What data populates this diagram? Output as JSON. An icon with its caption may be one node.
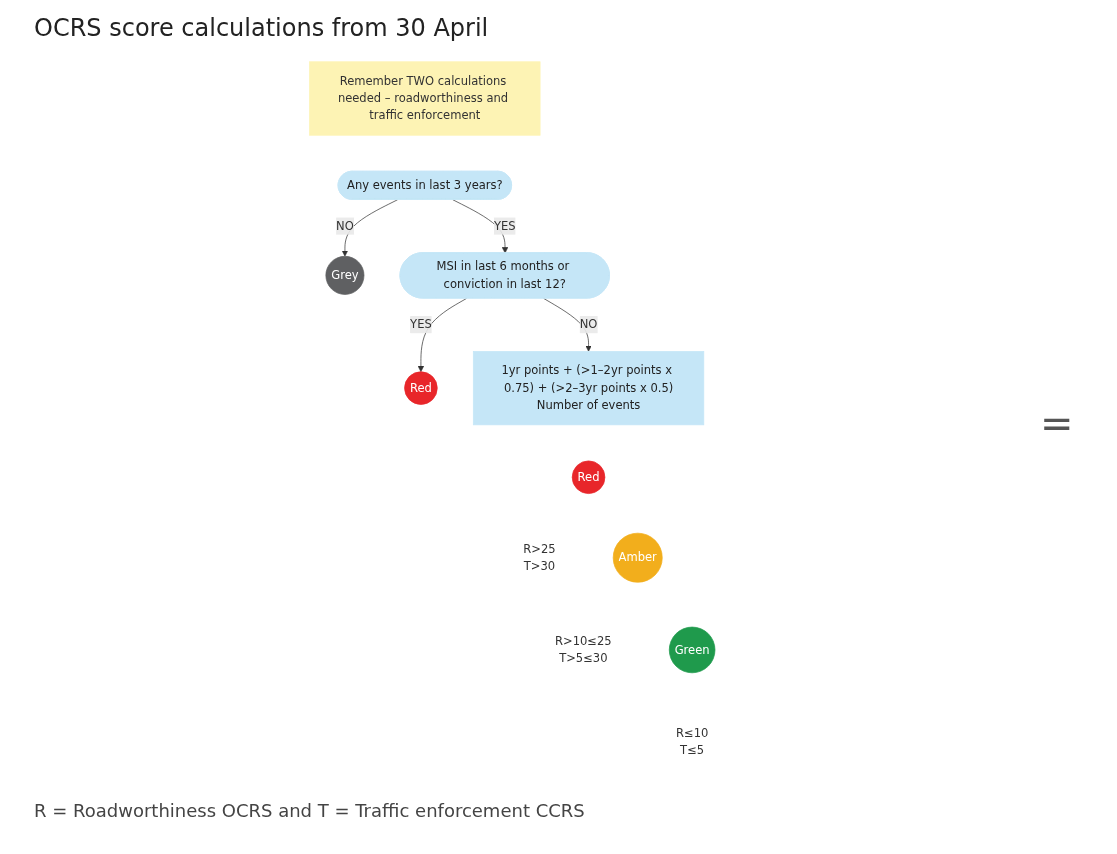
{
  "diagram": {
    "title": "OCRS score calculations from 30 April",
    "nodes": [
      {
        "text": [
          "Remember TWO calculations needed – roadworthiness and traffic enforcement"
        ]
      },
      {
        "text": [
          "Any events in last 3 years?"
        ]
      },
      {
        "text": [
          "Grey"
        ]
      },
      {
        "text": [
          "MSI in last 6 months or conviction in last 12?"
        ]
      },
      {
        "text": [
          "Red"
        ]
      },
      {
        "text": [
          "1yr points + (>1–2yr points x 0.75) + (>2–3yr points x 0.5)",
          "Number of events"
        ]
      },
      {
        "text": [
          "Red"
        ],
        "beside": [
          "R>25",
          "T>30"
        ]
      },
      {
        "text": [
          "Amber"
        ],
        "beside": [
          "R>10≤25",
          "T>5≤30"
        ]
      },
      {
        "text": [
          "Green"
        ],
        "beside": [
          "R≤10",
          "T≤5"
        ]
      }
    ],
    "edges": [
      {
        "from": 1,
        "to": 2,
        "arrow": "to",
        "label": "NO"
      },
      {
        "from": 1,
        "to": 3,
        "arrow": "to",
        "label": "YES"
      },
      {
        "from": 3,
        "to": 4,
        "arrow": "to",
        "label": "YES"
      },
      {
        "from": 3,
        "to": 5,
        "arrow": "to",
        "label": "NO"
      }
    ],
    "labels": [
      "=",
      "R = Roadworthiness OCRS and T = Traffic enforcement CCRS"
    ]
  }
}
